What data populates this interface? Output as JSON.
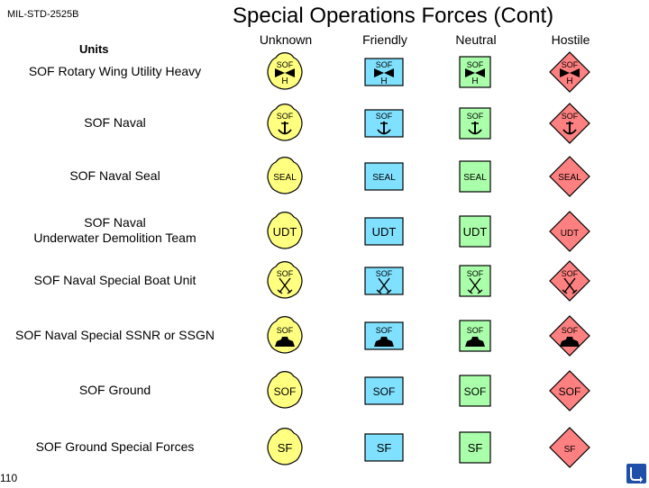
{
  "header": {
    "standard": "MIL-STD-2525B",
    "title": "Special Operations Forces (Cont)"
  },
  "columns": [
    "Unknown",
    "Friendly",
    "Neutral",
    "Hostile"
  ],
  "units_label": "Units",
  "rows": [
    {
      "label": "SOF Rotary Wing Utility Heavy",
      "symbol": "SOF",
      "sub": "H"
    },
    {
      "label": "SOF Naval",
      "symbol": "SOF",
      "sub": "anchor"
    },
    {
      "label": "SOF Naval Seal",
      "symbol": "SEAL",
      "sub": ""
    },
    {
      "label": "SOF Naval\nUnderwater Demolition Team",
      "symbol": "UDT",
      "sub": ""
    },
    {
      "label": "SOF Naval Special Boat Unit",
      "symbol": "SOF",
      "sub": "swords"
    },
    {
      "label": "SOF Naval Special SSNR or SSGN",
      "symbol": "SOF",
      "sub": "submarine"
    },
    {
      "label": "SOF Ground",
      "symbol": "SOF",
      "sub": ""
    },
    {
      "label": "SOF Ground Special Forces",
      "symbol": "SF",
      "sub": ""
    }
  ],
  "colors": {
    "unknown": "#ffff80",
    "friendly": "#80e0ff",
    "neutral": "#aaffaa",
    "hostile": "#ff8080",
    "nav_icon": "#1f4fa8"
  },
  "page_number": "110",
  "nav_icon": "return-arrow-icon"
}
